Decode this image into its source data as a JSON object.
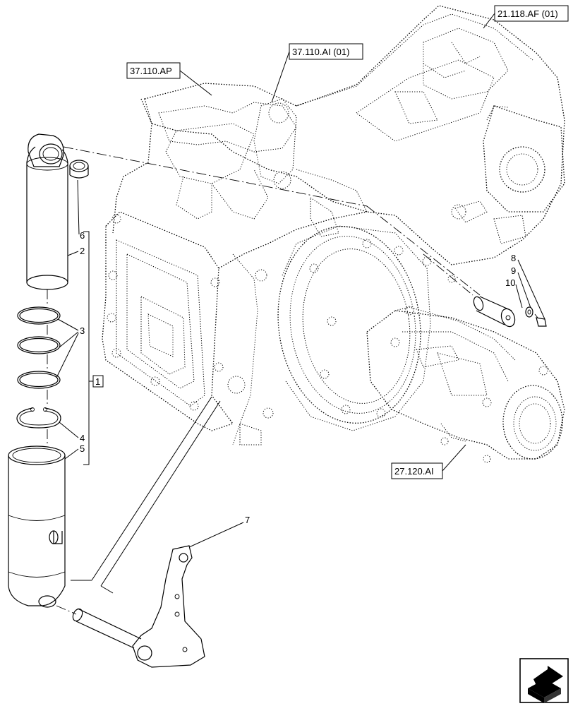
{
  "references": {
    "ref_21_118": "21.118.AF (01)",
    "ref_37_110_ai": "37.110.AI (01)",
    "ref_37_110_ap": "37.110.AP",
    "ref_27_120": "27.120.AI"
  },
  "callouts": {
    "c1": "1",
    "c2": "2",
    "c3": "3",
    "c4": "4",
    "c5": "5",
    "c6": "6",
    "c7": "7",
    "c8": "8",
    "c9": "9",
    "c10": "10"
  },
  "icons": {
    "navigation": "next-page-arrow-icon"
  }
}
